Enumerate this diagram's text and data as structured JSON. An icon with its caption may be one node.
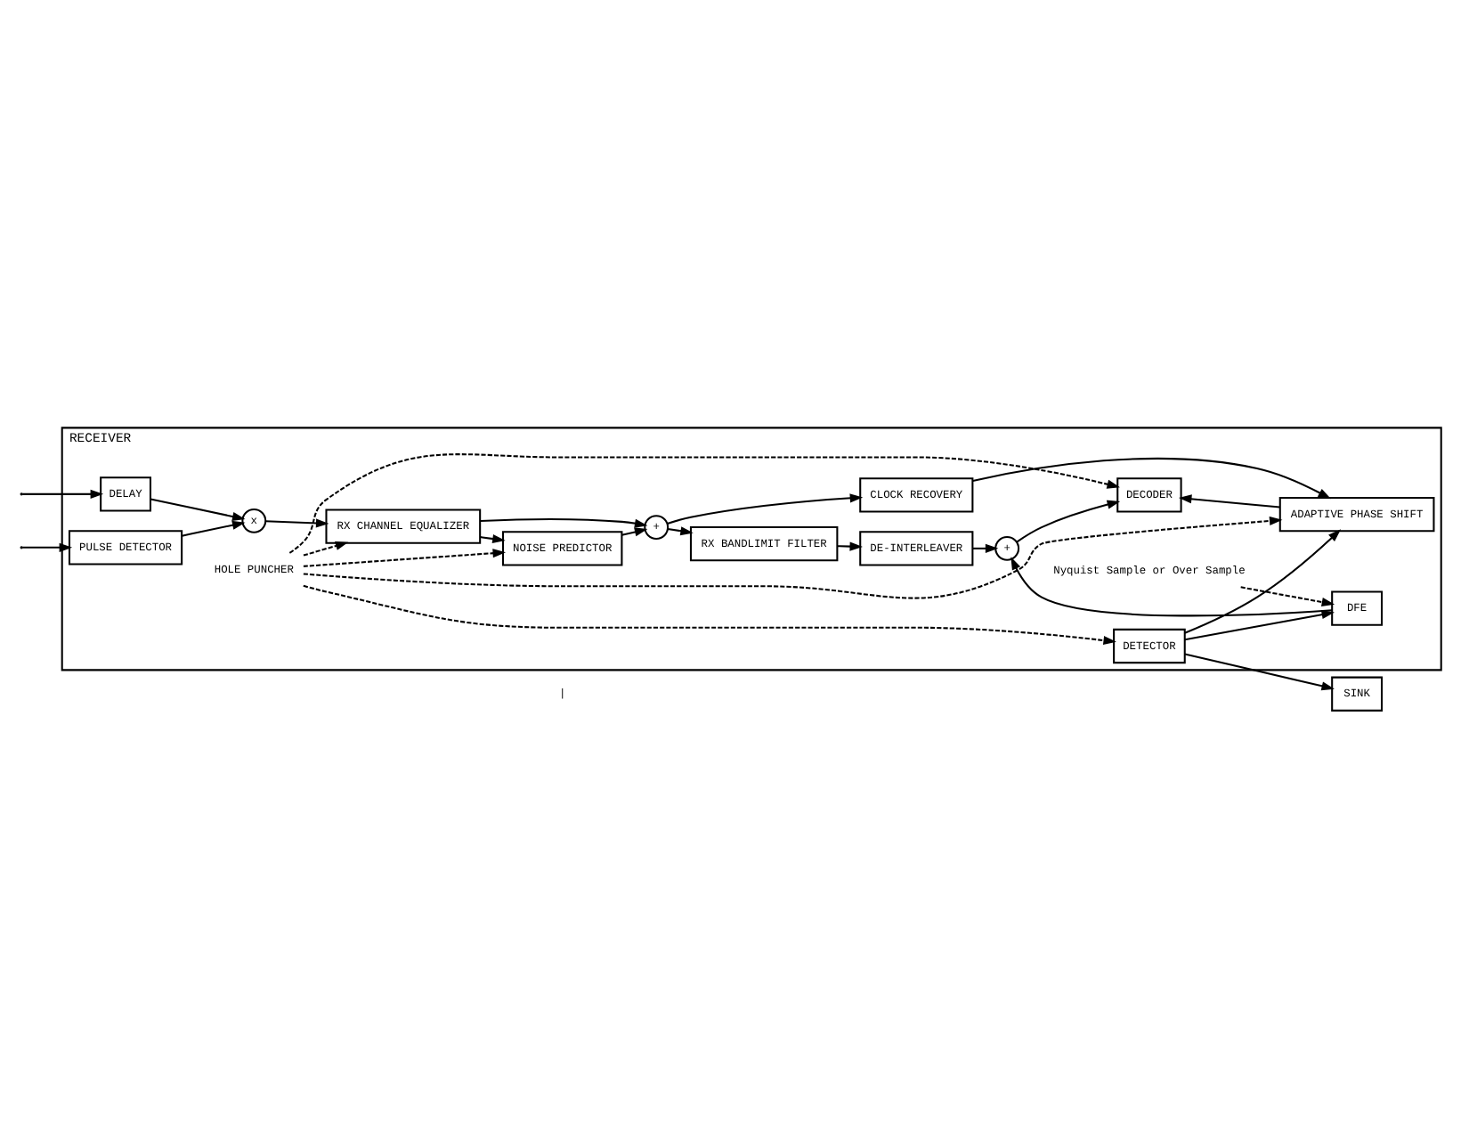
{
  "diagram": {
    "nodes": [
      {
        "text": [
          "RECEIVER"
        ]
      },
      {
        "text": [
          "DELAY"
        ],
        "in": 0
      },
      {
        "text": [
          "x"
        ],
        "in": 0
      },
      {
        "text": [
          "RX CHANNEL EQUALIZER"
        ],
        "in": 0
      },
      {
        "text": [
          "+"
        ],
        "in": 0
      },
      {
        "text": [
          "RX BANDLIMIT FILTER"
        ],
        "in": 0
      },
      {
        "text": [
          "DE-INTERLEAVER"
        ],
        "in": 0
      },
      {
        "text": [
          "+"
        ],
        "in": 0
      },
      {
        "text": [
          "DECODER"
        ],
        "in": 0
      },
      {
        "text": [
          "DETECTOR"
        ],
        "in": 0
      },
      {
        "text": [
          "Nyquist Sample or Over Sample"
        ],
        "in": 0
      },
      {
        "text": [
          "DFE"
        ],
        "in": 0
      },
      {
        "text": [
          "PULSE DETECTOR"
        ],
        "in": 0
      },
      {
        "text": [
          "NOISE PREDICTOR"
        ],
        "in": 0
      },
      {
        "text": [
          "CLOCK RECOVERY"
        ],
        "in": 0
      },
      {
        "text": [
          "ADAPTIVE PHASE SHIFT"
        ],
        "in": 0
      },
      {
        "text": [
          "HOLE PUNCHER"
        ],
        "in": 0
      },
      {
        "text": [
          "SINK"
        ]
      }
    ],
    "edges": [
      {
        "from": null,
        "to": 1,
        "arrow": "to"
      },
      {
        "from": null,
        "to": 12,
        "arrow": "to"
      },
      {
        "from": 1,
        "to": 2,
        "arrow": "to"
      },
      {
        "from": 12,
        "to": 2,
        "arrow": "to"
      },
      {
        "from": 2,
        "to": 3,
        "arrow": "to"
      },
      {
        "from": 3,
        "to": 4,
        "arrow": "to"
      },
      {
        "from": 3,
        "to": 13,
        "arrow": "to"
      },
      {
        "from": 13,
        "to": 4,
        "arrow": "to"
      },
      {
        "from": 4,
        "to": 5,
        "arrow": "to"
      },
      {
        "from": 4,
        "to": 14,
        "arrow": "to"
      },
      {
        "from": 5,
        "to": 6,
        "arrow": "to"
      },
      {
        "from": 6,
        "to": 7,
        "arrow": "to"
      },
      {
        "from": 11,
        "to": 7,
        "arrow": "to"
      },
      {
        "from": 7,
        "to": 8,
        "arrow": "to"
      },
      {
        "from": 9,
        "to": 17,
        "arrow": "to"
      },
      {
        "from": 9,
        "to": 11,
        "arrow": "to"
      },
      {
        "from": 9,
        "to": 15,
        "arrow": "to"
      },
      {
        "from": 14,
        "to": 15,
        "arrow": "to"
      },
      {
        "from": 15,
        "to": 8,
        "arrow": "to"
      },
      {
        "from": 10,
        "to": 11,
        "arrow": "to",
        "style": "dashed"
      },
      {
        "from": 16,
        "to": 3,
        "arrow": "to",
        "style": "dashed"
      },
      {
        "from": 16,
        "to": 13,
        "arrow": "to",
        "style": "dashed"
      },
      {
        "from": 16,
        "to": 15,
        "arrow": "to",
        "style": "dashed"
      },
      {
        "from": 16,
        "to": 8,
        "arrow": "to",
        "style": "dashed"
      },
      {
        "from": 16,
        "to": 9,
        "arrow": "to",
        "style": "dashed"
      }
    ],
    "labels": [
      "|"
    ]
  }
}
